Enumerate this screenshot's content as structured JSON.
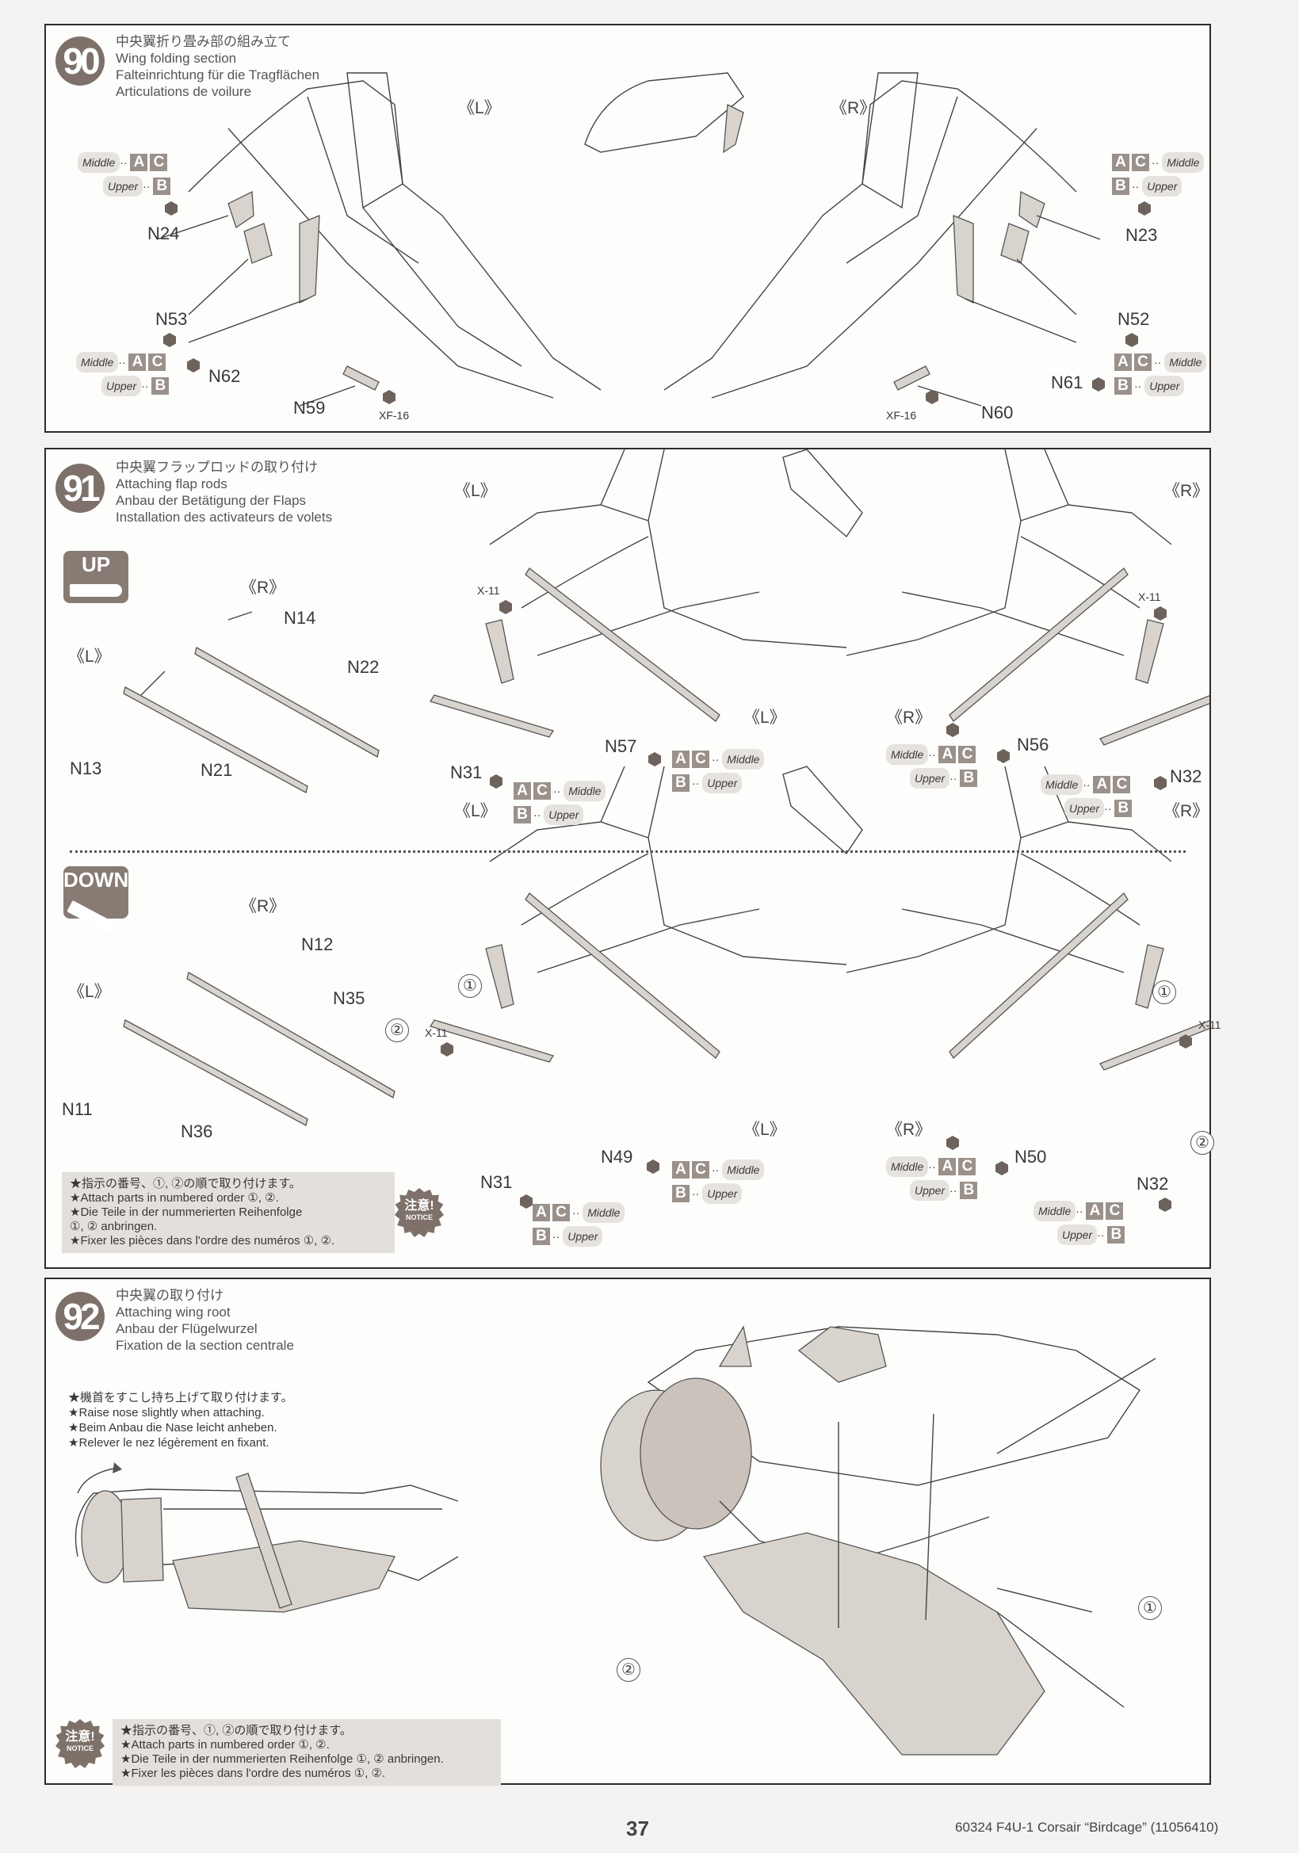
{
  "steps": {
    "s90": {
      "number": "90",
      "title_jp": "中央翼折り畳み部の組み立て",
      "title_en": "Wing folding section",
      "title_de": "Falteinrichtung für die Tragflächen",
      "title_fr": "Articulations de voilure",
      "side_left": "《L》",
      "side_right": "《R》",
      "parts": [
        "N24",
        "N53",
        "N62",
        "N59",
        "N23",
        "N52",
        "N61",
        "N60"
      ],
      "paint_xf": "XF-16"
    },
    "s91": {
      "number": "91",
      "title_jp": "中央翼フラップロッドの取り付け",
      "title_en": "Attaching flap rods",
      "title_de": "Anbau der Betätigung der Flaps",
      "title_fr": "Installation des activateurs de volets",
      "up_label": "UP",
      "down_label": "DOWN",
      "side_left": "《L》",
      "side_right": "《R》",
      "up_parts": [
        "N14",
        "N22",
        "N13",
        "N21",
        "N31",
        "N57",
        "N56",
        "N32"
      ],
      "down_parts": [
        "N12",
        "N35",
        "N11",
        "N36",
        "N31",
        "N49",
        "N50",
        "N32"
      ],
      "paint_x11": "X-11",
      "order1": "①",
      "order2": "②",
      "notice_lines": [
        "★指示の番号、①, ②の順で取り付けます。",
        "★Attach parts in numbered order ①, ②.",
        "★Die Teile in der nummerierten Reihenfolge",
        "①, ② anbringen.",
        "★Fixer les pièces dans l'ordre des numéros ①, ②."
      ]
    },
    "s92": {
      "number": "92",
      "title_jp": "中央翼の取り付け",
      "title_en": "Attaching wing root",
      "title_de": "Anbau der Flügelwurzel",
      "title_fr": "Fixation de la section centrale",
      "tip_lines": [
        "★機首をすこし持ち上げて取り付けます。",
        "★Raise nose slightly when attaching.",
        "★Beim Anbau die Nase leicht anheben.",
        "★Relever le nez légèrement en fixant."
      ],
      "order1": "①",
      "order2": "②",
      "notice_lines": [
        "★指示の番号、①, ②の順で取り付けます。",
        "★Attach parts in numbered order ①, ②.",
        "★Die Teile in der nummerierten Reihenfolge ①, ② anbringen.",
        "★Fixer les pièces dans l'ordre des numéros ①, ②."
      ]
    }
  },
  "paint_key": {
    "a": "A",
    "b": "B",
    "c": "C",
    "middle": "Middle",
    "upper": "Upper",
    "dots": "··"
  },
  "notice_seal": {
    "jp": "注意!",
    "en": "NOTICE"
  },
  "footer": {
    "page_number": "37",
    "title": "60324  F4U-1 Corsair “Birdcage” (11056410)"
  },
  "colors": {
    "accent": "#7d716a",
    "box": "#9a918b",
    "border": "#2e2c2a"
  }
}
